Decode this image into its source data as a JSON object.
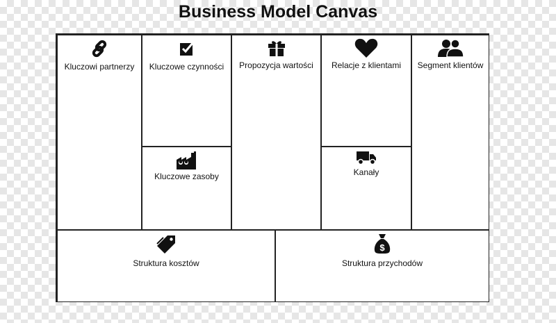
{
  "title": "Business Model Canvas",
  "blocks": {
    "key_partners": {
      "label": "Kluczowi partnerzy",
      "icon": "link-icon"
    },
    "key_activities": {
      "label": "Kluczowe czynności",
      "icon": "checkbox-icon"
    },
    "key_resources": {
      "label": "Kluczowe zasoby",
      "icon": "factory-icon"
    },
    "value_propositions": {
      "label": "Propozycja wartości",
      "icon": "gift-icon"
    },
    "customer_relationships": {
      "label": "Relacje z klientami",
      "icon": "heart-icon"
    },
    "channels": {
      "label": "Kanały",
      "icon": "truck-icon"
    },
    "customer_segments": {
      "label": "Segment klientów",
      "icon": "people-icon"
    },
    "cost_structure": {
      "label": "Struktura kosztów",
      "icon": "price-tag-icon"
    },
    "revenue_streams": {
      "label": "Struktura przychodów",
      "icon": "money-bag-icon"
    }
  }
}
